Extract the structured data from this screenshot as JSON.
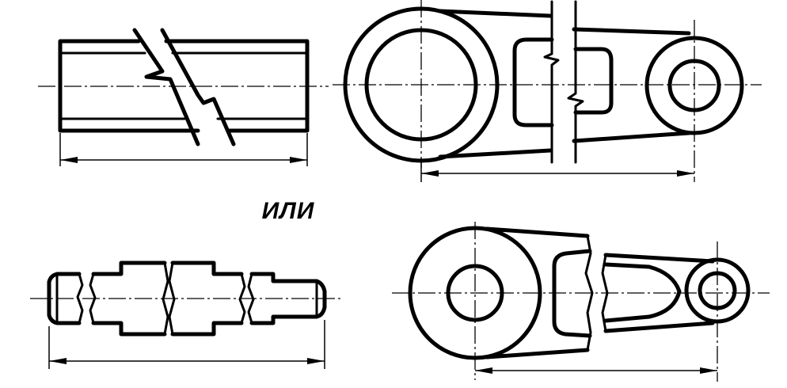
{
  "caption": "ИЛИ",
  "views": [
    {
      "name": "tube-with-break"
    },
    {
      "name": "lever-with-break-top"
    },
    {
      "name": "stepped-shaft-with-breaks"
    },
    {
      "name": "lever-with-break-bottom"
    }
  ]
}
